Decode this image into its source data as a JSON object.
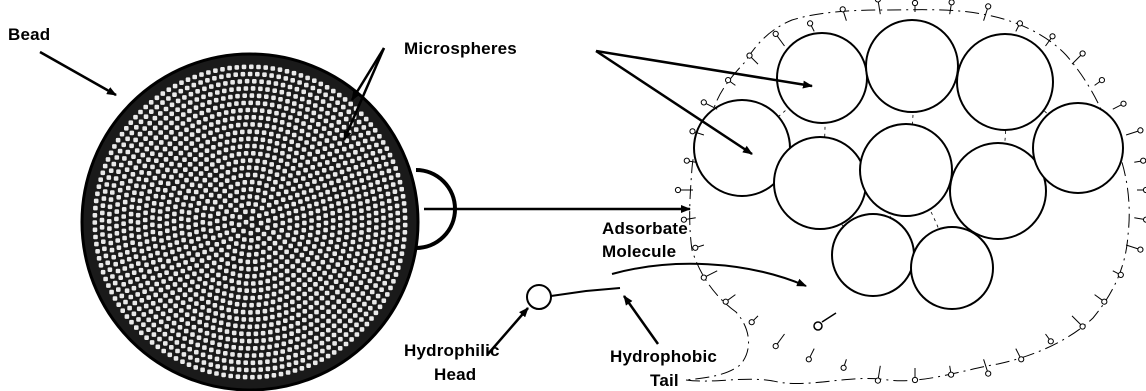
{
  "labels": {
    "bead": "Bead",
    "microspheres": "Microspheres",
    "adsorbate_line1": "Adsorbate",
    "adsorbate_line2": "Molecule",
    "hydrophilic_line1": "Hydrophilic",
    "hydrophilic_line2": "Head",
    "hydrophobic_line1": "Hydrophobic",
    "hydrophobic_line2": "Tail"
  },
  "colors": {
    "ink": "#000000",
    "paper": "#ffffff",
    "bead_fill": "#1a1a1a",
    "bead_dot": "#e9e9e9"
  }
}
